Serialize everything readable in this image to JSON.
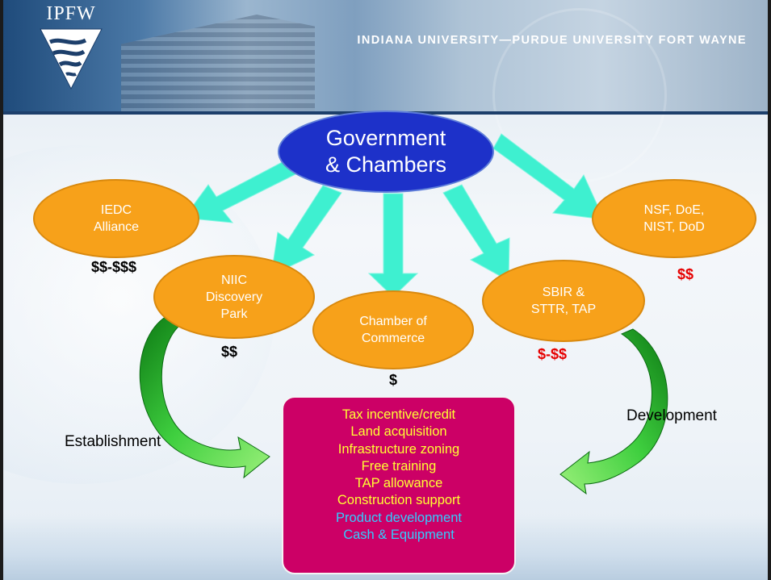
{
  "header": {
    "logo_text": "IPFW",
    "university": "INDIANA UNIVERSITY—PURDUE UNIVERSITY FORT WAYNE"
  },
  "colors": {
    "header_blue": "#1d3f6b",
    "government_oval": "#1d31c9",
    "entity_oval": "#f7a11a",
    "flow_arrow": "#3ef0d0",
    "side_arrow": "#2fb82f",
    "benefits_box": "#cc0066",
    "benefit_text_yellow": "#ffff33",
    "benefit_text_cyan": "#33ccff",
    "money_black": "#000000",
    "money_red": "#e60000"
  },
  "diagram": {
    "source": {
      "line1": "Government",
      "line2": "& Chambers"
    },
    "nodes": [
      {
        "id": "iedc",
        "lines": [
          "IEDC",
          "Alliance"
        ],
        "funding": "$$-$$$",
        "funding_color": "black"
      },
      {
        "id": "niic",
        "lines": [
          "NIIC",
          "Discovery",
          "Park"
        ],
        "funding": "$$",
        "funding_color": "black"
      },
      {
        "id": "chamber",
        "lines": [
          "Chamber of",
          "Commerce"
        ],
        "funding": "$",
        "funding_color": "black"
      },
      {
        "id": "sbir",
        "lines": [
          "SBIR &",
          "STTR, TAP"
        ],
        "funding": "$-$$",
        "funding_color": "red"
      },
      {
        "id": "nsf",
        "lines": [
          "NSF, DoE,",
          "NIST, DoD"
        ],
        "funding": "$$",
        "funding_color": "red"
      }
    ],
    "side_labels": {
      "left": "Establishment",
      "right": "Development"
    },
    "benefits": [
      {
        "text": "Tax incentive/credit",
        "color": "yellow"
      },
      {
        "text": "Land acquisition",
        "color": "yellow"
      },
      {
        "text": "Infrastructure zoning",
        "color": "yellow"
      },
      {
        "text": "Free training",
        "color": "yellow"
      },
      {
        "text": "TAP allowance",
        "color": "yellow"
      },
      {
        "text": "Construction support",
        "color": "yellow"
      },
      {
        "text": "Product development",
        "color": "cyan"
      },
      {
        "text": "Cash & Equipment",
        "color": "cyan"
      }
    ]
  }
}
